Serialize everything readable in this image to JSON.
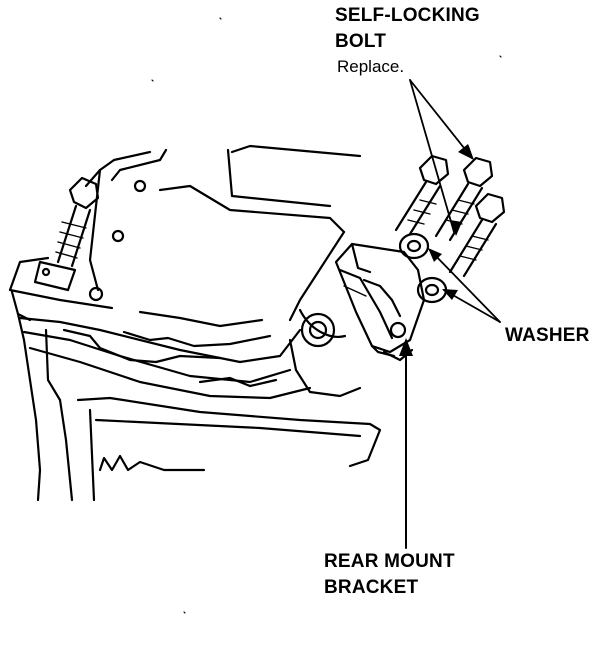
{
  "labels": {
    "self_locking_bolt_line1": "SELF-LOCKING",
    "self_locking_bolt_line2": "BOLT",
    "replace_note": "Replace.",
    "washer": "WASHER",
    "rear_mount_bracket_line1": "REAR MOUNT",
    "rear_mount_bracket_line2": "BRACKET"
  },
  "colors": {
    "ink": "#000000",
    "paper": "#ffffff"
  }
}
